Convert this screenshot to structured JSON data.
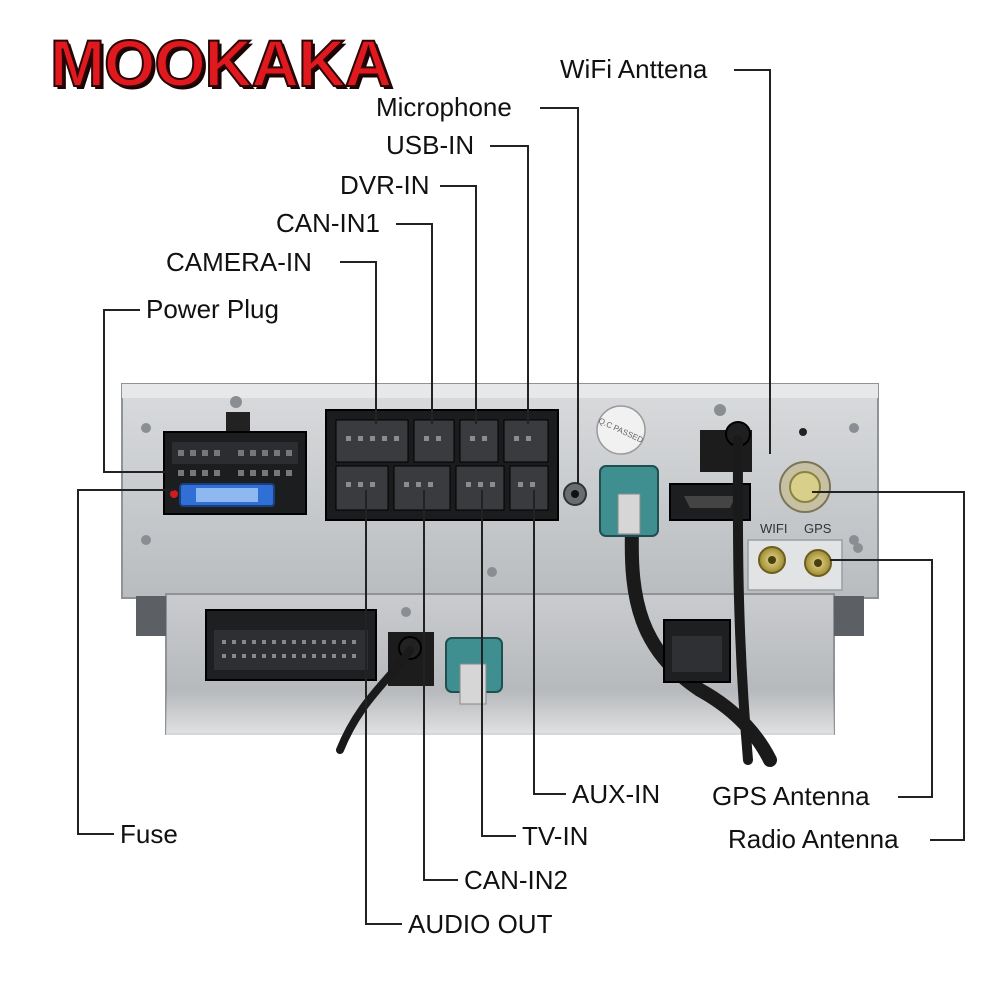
{
  "brand": "MOOKAKA",
  "labels": {
    "wifi_antenna": "WiFi Anttena",
    "microphone": "Microphone",
    "usb_in": "USB-IN",
    "dvr_in": "DVR-IN",
    "can_in1": "CAN-IN1",
    "camera_in": "CAMERA-IN",
    "power_plug": "Power Plug",
    "fuse": "Fuse",
    "aux_in": "AUX-IN",
    "tv_in": "TV-IN",
    "can_in2": "CAN-IN2",
    "audio_out": "AUDIO OUT",
    "gps_antenna": "GPS Antenna",
    "radio_antenna": "Radio Antenna"
  },
  "device_marks": {
    "wifi": "WIFI",
    "gps": "GPS",
    "qc_sticker": "Q.C PASSED"
  }
}
